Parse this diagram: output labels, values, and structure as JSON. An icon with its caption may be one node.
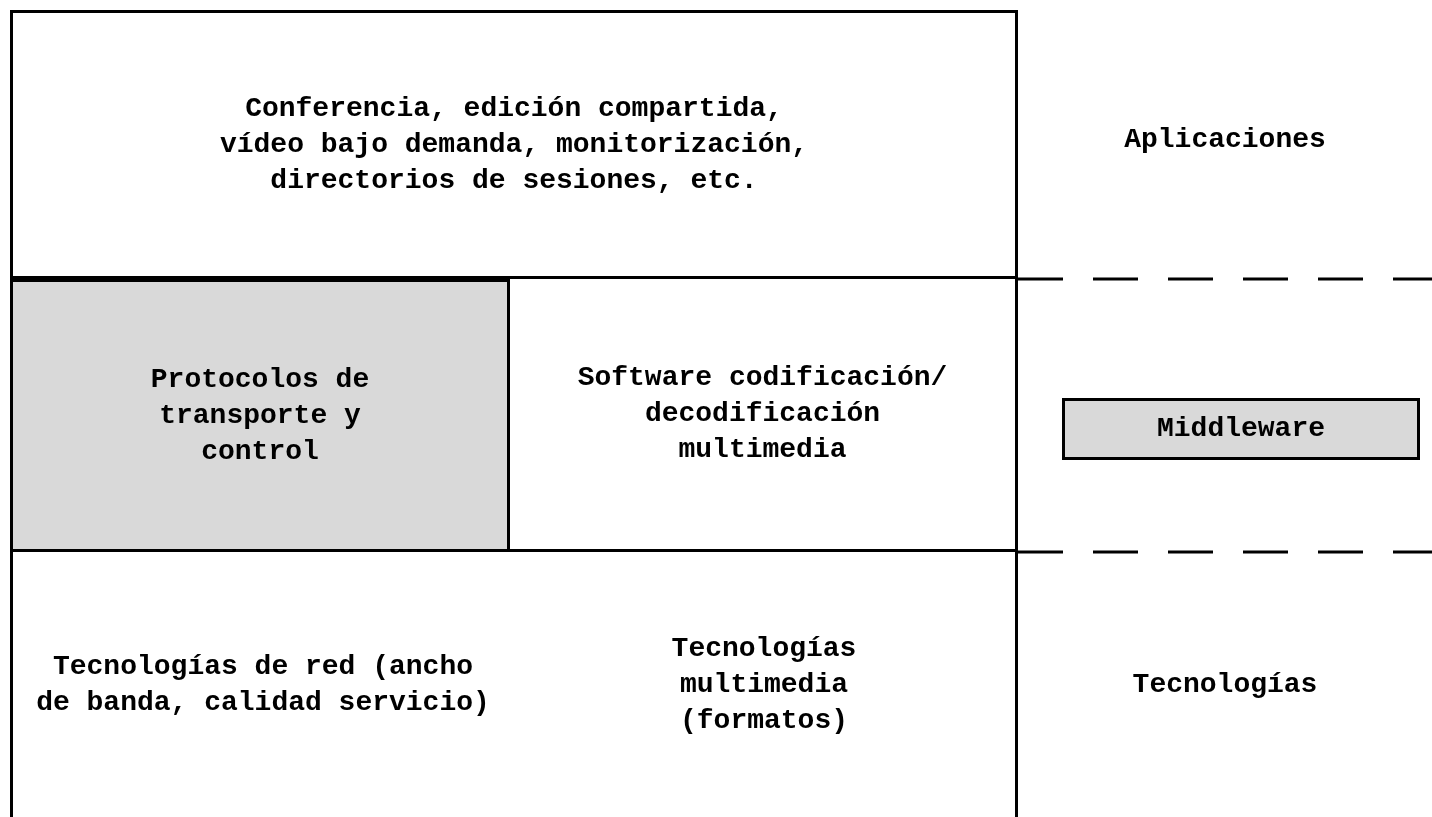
{
  "diagram": {
    "nodes": [
      {
        "text": [
          "Conferencia, edición compartida, vídeo bajo demanda, monitorización, directorios de sesiones, etc."
        ]
      },
      {
        "text": [
          "Protocolos de transporte y control"
        ]
      },
      {
        "text": [
          "Software codificación/ decodificación multimedia"
        ]
      },
      {
        "text": [
          "Tecnologías de red (ancho de banda, calidad servicio)"
        ]
      },
      {
        "text": [
          "Tecnologías multimedia (formatos)"
        ]
      },
      {
        "text": [
          "Middleware"
        ]
      }
    ],
    "labels": [
      "Aplicaciones",
      "Tecnologías"
    ]
  }
}
